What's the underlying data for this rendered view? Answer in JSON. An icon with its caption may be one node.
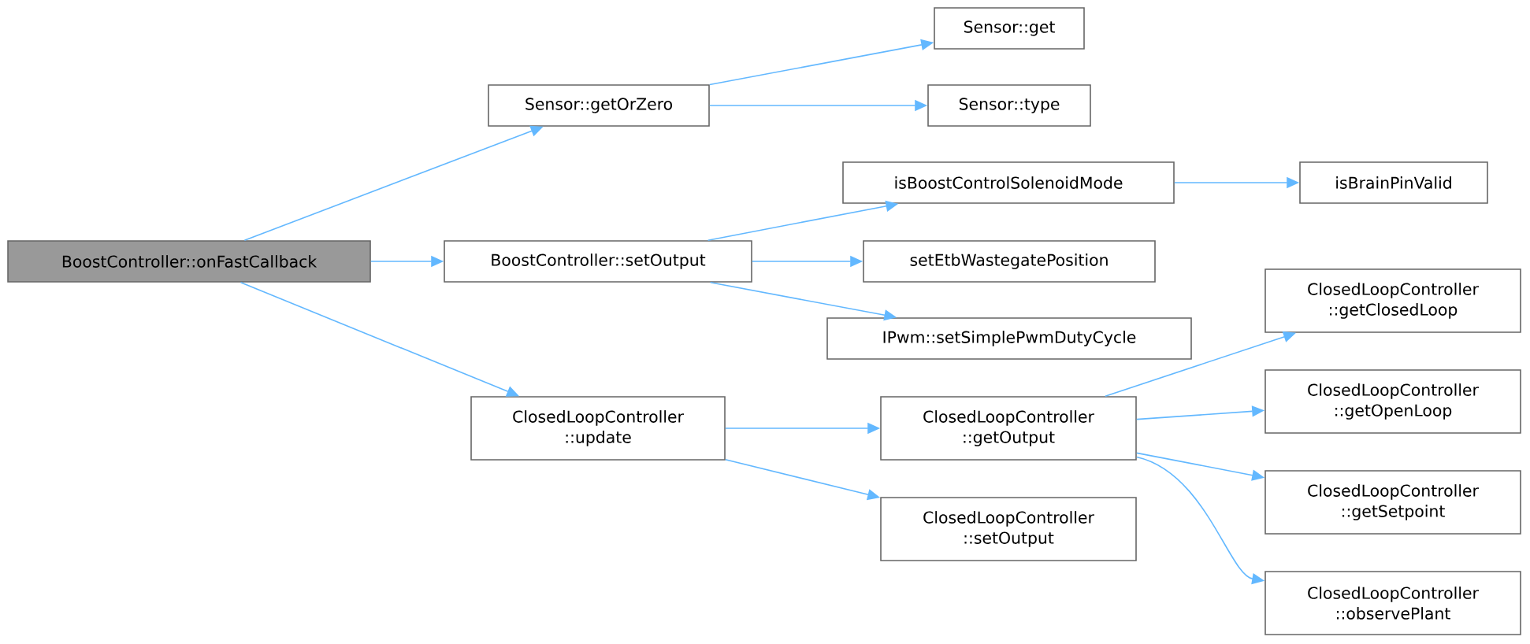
{
  "diagram": {
    "nodes": [
      {
        "text": [
          "BoostController::onFastCallback"
        ]
      },
      {
        "text": [
          "Sensor::getOrZero"
        ]
      },
      {
        "text": [
          "BoostController::setOutput"
        ]
      },
      {
        "text": [
          "ClosedLoopController ::update"
        ]
      },
      {
        "text": [
          "Sensor::get"
        ]
      },
      {
        "text": [
          "Sensor::type"
        ]
      },
      {
        "text": [
          "isBoostControlSolenoidMode"
        ]
      },
      {
        "text": [
          "setEtbWastegatePosition"
        ]
      },
      {
        "text": [
          "IPwm::setSimplePwmDutyCycle"
        ]
      },
      {
        "text": [
          "ClosedLoopController ::getOutput"
        ]
      },
      {
        "text": [
          "ClosedLoopController ::setOutput"
        ]
      },
      {
        "text": [
          "isBrainPinValid"
        ]
      },
      {
        "text": [
          "ClosedLoopController ::getClosedLoop"
        ]
      },
      {
        "text": [
          "ClosedLoopController ::getOpenLoop"
        ]
      },
      {
        "text": [
          "ClosedLoopController ::getSetpoint"
        ]
      },
      {
        "text": [
          "ClosedLoopController ::observePlant"
        ]
      }
    ],
    "edges": [
      {
        "from": 0,
        "to": 1,
        "arrow": "to"
      },
      {
        "from": 0,
        "to": 2,
        "arrow": "to"
      },
      {
        "from": 0,
        "to": 3,
        "arrow": "to"
      },
      {
        "from": 1,
        "to": 4,
        "arrow": "to"
      },
      {
        "from": 1,
        "to": 5,
        "arrow": "to"
      },
      {
        "from": 2,
        "to": 6,
        "arrow": "to"
      },
      {
        "from": 2,
        "to": 7,
        "arrow": "to"
      },
      {
        "from": 2,
        "to": 8,
        "arrow": "to"
      },
      {
        "from": 3,
        "to": 9,
        "arrow": "to"
      },
      {
        "from": 3,
        "to": 10,
        "arrow": "to"
      },
      {
        "from": 6,
        "to": 11,
        "arrow": "to"
      },
      {
        "from": 9,
        "to": 12,
        "arrow": "to"
      },
      {
        "from": 9,
        "to": 13,
        "arrow": "to"
      },
      {
        "from": 9,
        "to": 14,
        "arrow": "to"
      },
      {
        "from": 9,
        "to": 15,
        "arrow": "to"
      }
    ]
  }
}
